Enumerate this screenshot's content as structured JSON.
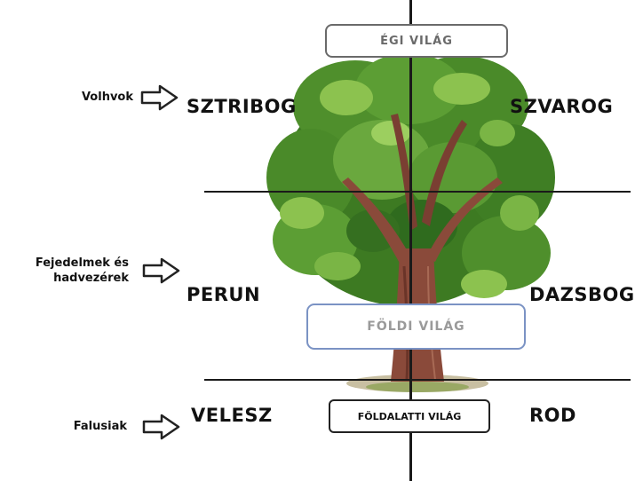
{
  "realms": {
    "heavenly": "ÉGI VILÁG",
    "earthly": "FÖLDI VILÁG",
    "underworld": "FÖLDALATTI VILÁG"
  },
  "social_groups": {
    "top": "Volhvok",
    "middle_line1": "Fejedelmek és",
    "middle_line2": "hadvezérek",
    "bottom": "Falusiak"
  },
  "deities": {
    "top_left": "SZTRIBOG",
    "top_right": "SZVAROG",
    "middle_left": "PERUN",
    "middle_right": "DAZSBOG",
    "bottom_left": "VELESZ",
    "bottom_right": "ROD"
  },
  "icons": {
    "arrow": "right-arrow-outline-icon",
    "tree": "oak-tree-illustration"
  },
  "colors": {
    "foliage_dark": "#2f6b1e",
    "foliage_mid": "#4f8f2c",
    "foliage_light": "#8cc24f",
    "trunk": "#8a4a3a",
    "earthly_box_border": "#7b93c4"
  }
}
